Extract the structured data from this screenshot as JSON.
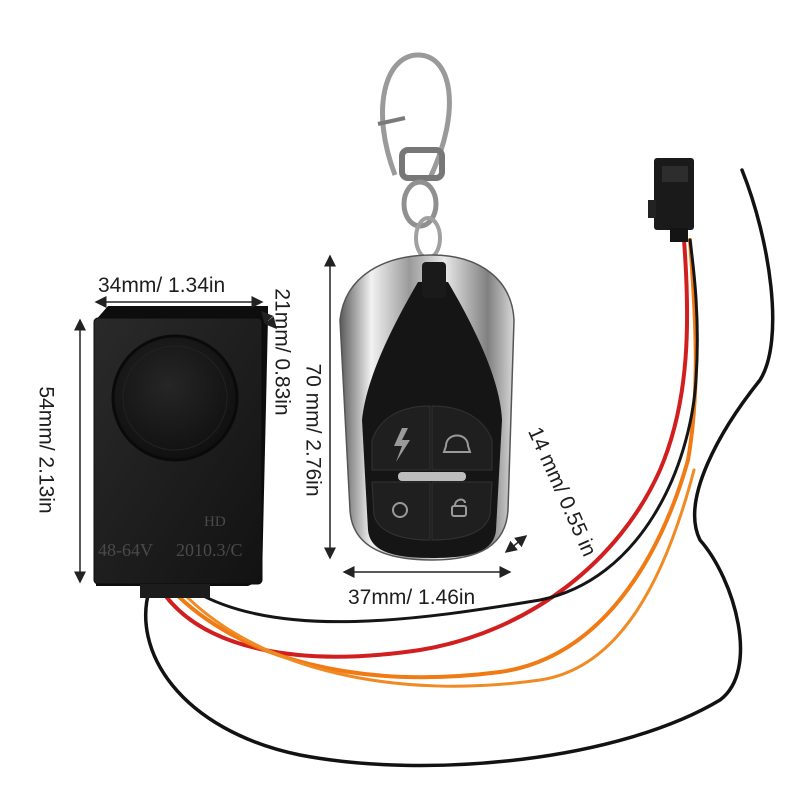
{
  "dimensions": {
    "module_width": "34mm/ 1.34in",
    "module_depth": "21mm/ 0.83in",
    "module_height": "54mm/ 2.13in",
    "remote_height": "70 mm/ 2.76in",
    "remote_width": "37mm/ 1.46in",
    "remote_thickness": "14 mm/ 0.55 in"
  },
  "module": {
    "voltage_marking": "48-64V",
    "code_marking": "2010.3/C",
    "brand_marking": "HD"
  },
  "colors": {
    "background": "#ffffff",
    "module_body": "#1d1d1d",
    "remote_body": "#151515",
    "chrome": "#c9c9c9",
    "wire_red": "#d11f1f",
    "wire_orange": "#f07a14",
    "wire_black": "#121212"
  },
  "icons": [
    "lightning-icon",
    "lock-icon",
    "unlock-icon",
    "bell-icon",
    "keyring-icon"
  ]
}
